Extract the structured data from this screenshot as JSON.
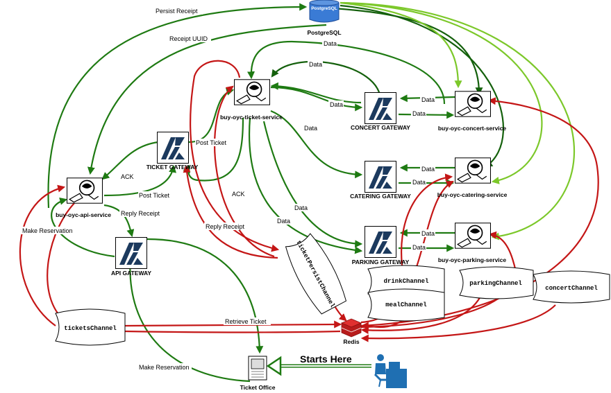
{
  "nodes": {
    "postgres": {
      "label": "PostgreSQL",
      "badge": "PostgreSQL"
    },
    "ticket_service": {
      "label": "buy-oyc-ticket-service"
    },
    "ticket_gateway": {
      "label": "TICKET GATEWAY"
    },
    "api_service": {
      "label": "buy-oyc-api-service"
    },
    "api_gateway": {
      "label": "API GATEWAY"
    },
    "concert_gateway": {
      "label": "CONCERT GATEWAY"
    },
    "concert_service": {
      "label": "buy-oyc-concert-service"
    },
    "catering_gateway": {
      "label": "CATERING GATEWAY"
    },
    "catering_service": {
      "label": "buy-oyc-catering-service"
    },
    "parking_gateway": {
      "label": "PARKING GATEWAY"
    },
    "parking_service": {
      "label": "buy-oyc-parking-service"
    },
    "redis": {
      "label": "Redis"
    },
    "ticket_office": {
      "label": "Ticket Office"
    }
  },
  "channels": {
    "tickets": "ticketsChannel",
    "ticket_persist": "ticketPersistChannel",
    "drink": "drinkChannel",
    "meal": "mealChannel",
    "parking": "parkingChannel",
    "concert": "concertChannel"
  },
  "edge_labels": {
    "persist_receipt": "Persist Receipt",
    "receipt_uuid": "Receipt UUID",
    "data_top": "Data",
    "data_2": "Data",
    "data_3": "Data",
    "data_4": "Data",
    "data_5": "Data",
    "data_6": "Data",
    "data_concert_1": "Data",
    "data_concert_2": "Data",
    "data_catering_1": "Data",
    "data_catering_2": "Data",
    "data_parking_1": "Data",
    "data_parking_2": "Data",
    "post_ticket_1": "Post Ticket",
    "post_ticket_2": "Post Ticket",
    "ack_1": "ACK",
    "ack_2": "ACK",
    "reply_receipt_1": "Reply Receipt",
    "reply_receipt_2": "Reply Receipt",
    "make_reservation_1": "Make Reservation",
    "make_reservation_2": "Make Reservation",
    "retrieve_ticket": "Retrieve Ticket"
  },
  "starts_here": "Starts Here"
}
